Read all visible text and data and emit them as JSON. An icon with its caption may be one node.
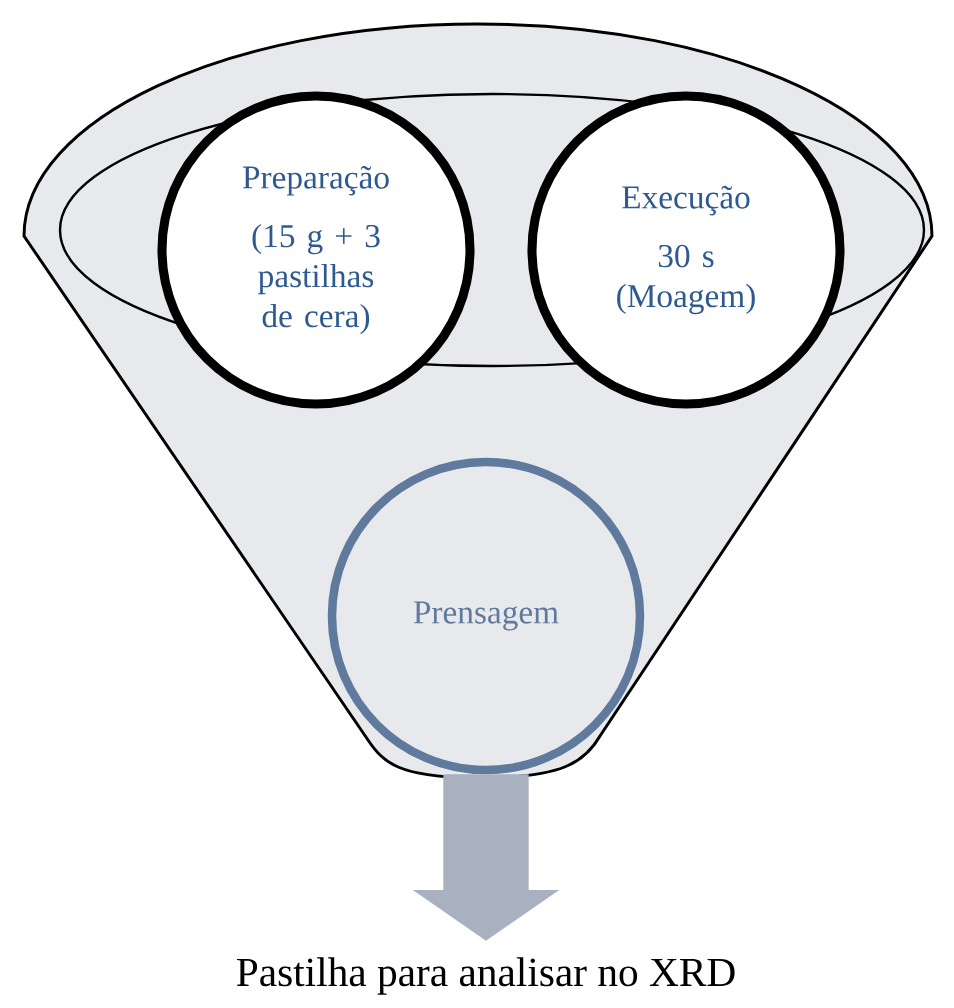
{
  "diagram": {
    "nodes": [
      {
        "text": [],
        "shape": "funnel"
      },
      {
        "text": [
          "Preparação",
          "(15 g + 3 pastilhas de cera)"
        ],
        "in": 0
      },
      {
        "text": [
          "Execução",
          "30 s (Moagem)"
        ],
        "in": 0
      },
      {
        "text": [
          "Prensagem"
        ],
        "in": 0
      },
      {
        "text": [
          "Pastilha para analisar no XRD"
        ]
      }
    ],
    "edges": [
      {
        "from": 3,
        "to": 4,
        "arrow": "to"
      }
    ]
  }
}
